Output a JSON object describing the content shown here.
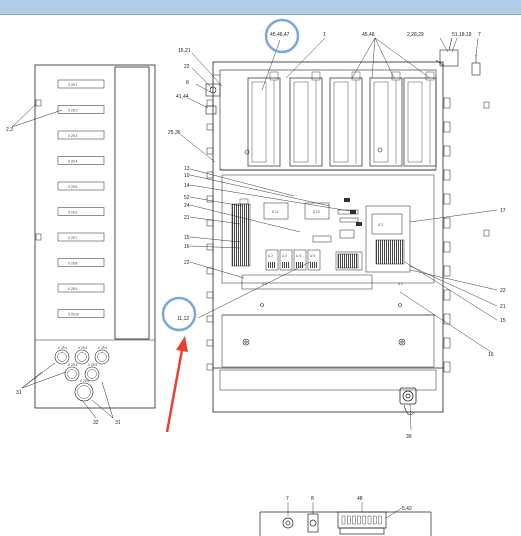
{
  "header_bar": {
    "color": "#b3cce6"
  },
  "annotations": {
    "circle_color": "#7aa9d6",
    "arrow_color": "#e8412f",
    "circled_labels": [
      "45,46,47",
      "11,12"
    ]
  },
  "door_panel": {
    "breaker_labels": [
      "X 29.1",
      "X 29.2",
      "X 29.3",
      "X 29.4",
      "X 29.5",
      "X 29.6",
      "X 29.7",
      "X 29.8",
      "X 29.9",
      "X 29.10"
    ],
    "bottom_connectors": [
      "X 29.1",
      "X 29.2",
      "X 29.3",
      "X 29.4",
      "X 29.5",
      "X 29.6"
    ],
    "callouts": {
      "left": "2,3",
      "bottom_left": "31",
      "bottom_mid": "32",
      "bottom_right": "31"
    }
  },
  "cabinet": {
    "callouts": {
      "c_45_46_47": "45,46,47",
      "c_1": "1",
      "c_45_46": "45,46",
      "c_2_28_29": "2,28,29",
      "c_51_18_19": "51,18,19",
      "c_7": "7",
      "c_15_21": "15,21",
      "c_22a": "22",
      "c_8": "8",
      "c_41_44": "41,44",
      "c_25_36": "25,36",
      "c_13": "13",
      "c_10": "10",
      "c_14": "14",
      "c_52": "52",
      "c_24": "24",
      "c_21a": "21",
      "c_15a": "15",
      "c_16a": "16",
      "c_22b": "22",
      "c_11_12": "11,12",
      "c_17": "17",
      "c_22c": "22",
      "c_21b": "21",
      "c_15b": "15",
      "c_16b": "16",
      "c_39": "39"
    },
    "component_labels": {
      "relay1": "K 12",
      "relay2": "K 13",
      "u1": "U 2",
      "u2": "U 3",
      "u3": "U 4",
      "u4": "U 5",
      "b1": "B1",
      "b2": "B2",
      "b3": "B3",
      "power": "G 2",
      "rail_tag": "X 2",
      "fan_tag": "X 1"
    }
  },
  "bottom_section": {
    "callouts": {
      "c_7b": "7",
      "c_8b": "8",
      "c_48": "48",
      "c_5_42": "5,42"
    }
  }
}
